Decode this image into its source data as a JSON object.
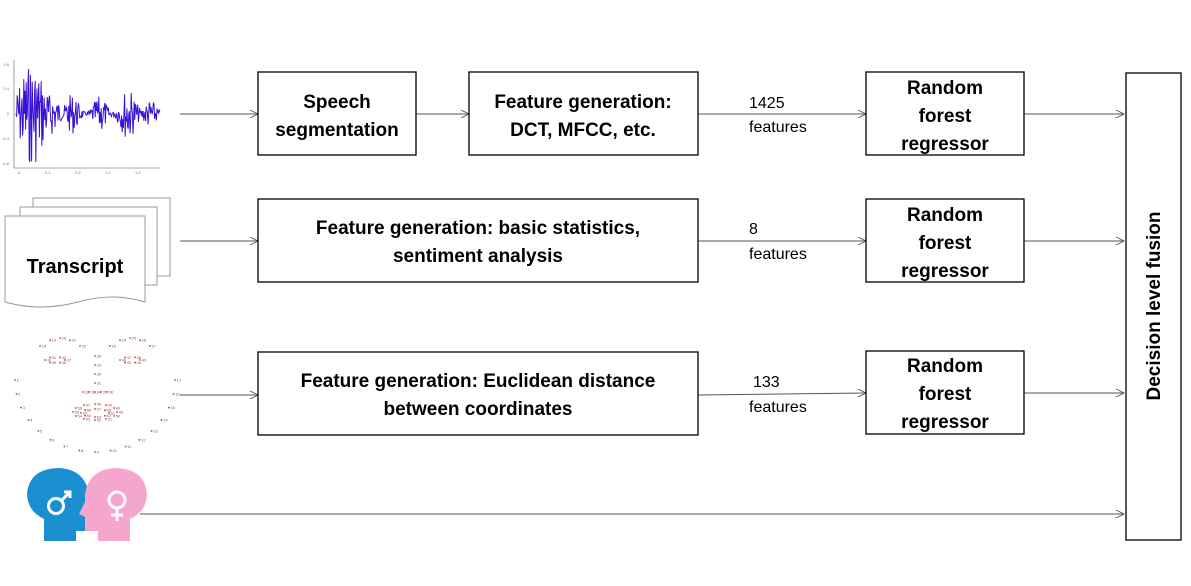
{
  "inputs": {
    "transcript_label": "Transcript"
  },
  "rows": [
    {
      "steps": [
        "Speech\nsegmentation",
        "Feature generation:\nDCT, MFCC, etc."
      ],
      "features": [
        "1425",
        "features"
      ],
      "regressor": "Random\nforest\nregressor"
    },
    {
      "steps": [
        "Feature generation: basic statistics,\nsentiment analysis"
      ],
      "features": [
        "8",
        "features"
      ],
      "regressor": "Random\nforest\nregressor"
    },
    {
      "steps": [
        "Feature generation: Euclidean distance\nbetween coordinates"
      ],
      "features": [
        "133",
        "features"
      ],
      "regressor": "Random\nforest\nregressor"
    }
  ],
  "fusion": {
    "label": "Decision level fusion"
  },
  "colors": {
    "waveform": "#3a12d6",
    "male_icon": "#1c8fd0",
    "female_icon": "#f5a6cc"
  }
}
